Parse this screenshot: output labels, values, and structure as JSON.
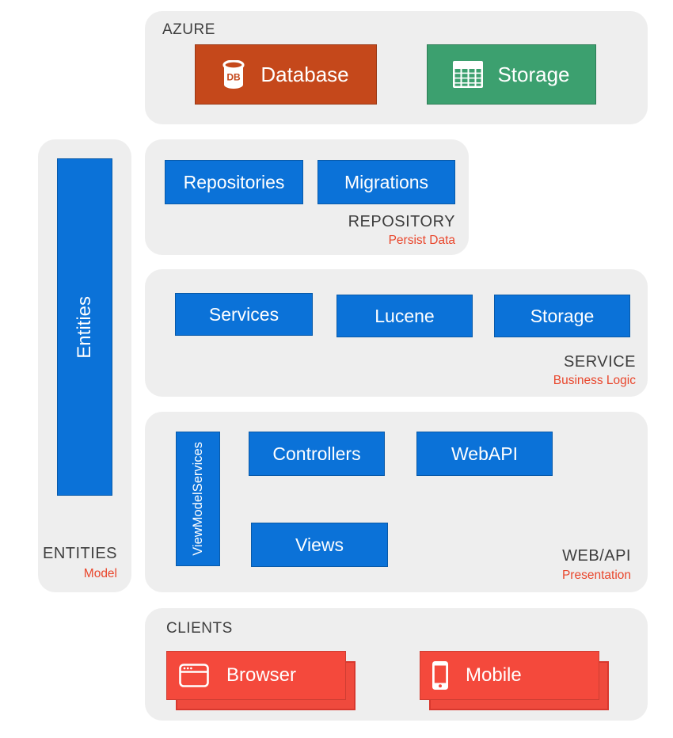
{
  "azure": {
    "title": "AZURE",
    "database_label": "Database",
    "storage_label": "Storage"
  },
  "entities_layer": {
    "box_label": "Entities",
    "name": "ENTITIES",
    "role": "Model"
  },
  "repository_layer": {
    "name": "REPOSITORY",
    "role": "Persist Data",
    "boxes": [
      "Repositories",
      "Migrations"
    ]
  },
  "service_layer": {
    "name": "SERVICE",
    "role": "Business Logic",
    "boxes": [
      "Services",
      "Lucene",
      "Storage"
    ]
  },
  "webapi_layer": {
    "name": "WEB/API",
    "role": "Presentation",
    "vertical_box_label": "ViewModelServices",
    "boxes": [
      "Controllers",
      "WebAPI",
      "Views"
    ]
  },
  "clients": {
    "title": "CLIENTS",
    "browser_label": "Browser",
    "mobile_label": "Mobile"
  },
  "icons": {
    "database": "database-cylinder-icon",
    "storage": "table-grid-icon",
    "browser": "browser-window-icon",
    "mobile": "smartphone-icon"
  },
  "colors": {
    "panel_bg": "#EEEEEE",
    "node_blue": "#0B72D8",
    "azure_database_orange": "#C5481B",
    "azure_storage_green": "#3CA06F",
    "client_red": "#F4493C",
    "client_red_back": "#EF4A3D",
    "client_red_border": "#D8382E",
    "role_text_red": "#E9462C",
    "label_text_dark": "#3E3E3E",
    "node_text": "#FFFFFF"
  }
}
